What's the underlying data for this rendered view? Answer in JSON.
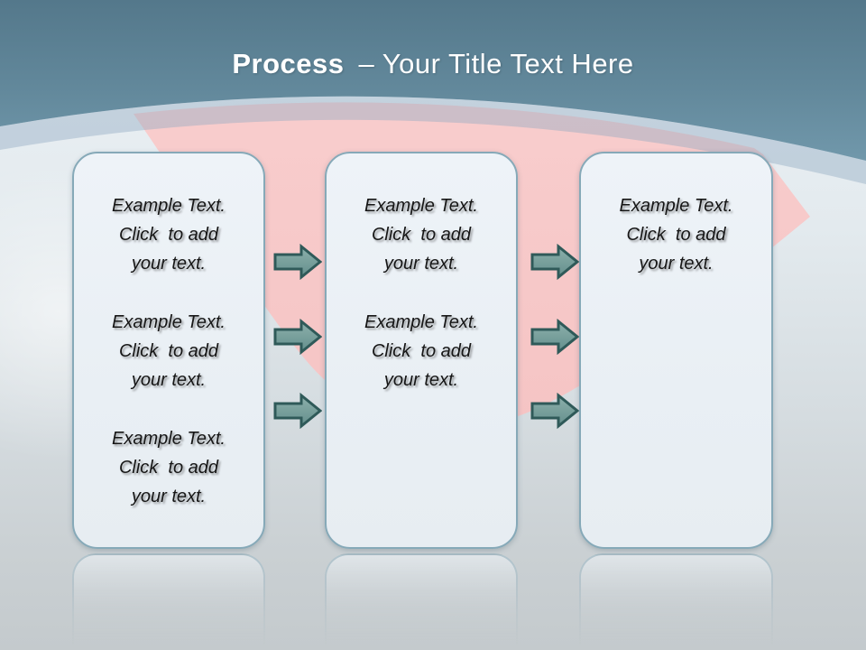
{
  "slide_title": {
    "emphasis": "Process",
    "separator_and_text": "– Your Title Text Here"
  },
  "process_boxes": [
    {
      "id": "box-1",
      "paragraphs": [
        "Example Text.\nClick  to add\nyour text.",
        "Example Text.\nClick  to add\nyour text.",
        "Example Text.\nClick  to add\nyour text."
      ]
    },
    {
      "id": "box-2",
      "paragraphs": [
        "Example Text.\nClick  to add\nyour text.",
        "Example Text.\nClick  to add\nyour text."
      ]
    },
    {
      "id": "box-3",
      "paragraphs": [
        "Example Text.\nClick  to add\nyour text."
      ]
    }
  ],
  "arrows": {
    "count": 6,
    "direction": "right",
    "columns": 2,
    "rows_per_column": 3
  },
  "colors": {
    "header_gradient_top": "#54788b",
    "header_gradient_bottom": "#7198ab",
    "background_light": "#edf2f6",
    "background_bottom": "#c4cacd",
    "accent_pink_arrow": "#f7c9c8",
    "curve_band": "#8fa9c0",
    "flow_arrow_fill": "#6f9a97",
    "flow_arrow_stroke": "#2f5a59",
    "box_fill": "#ebf1f6",
    "box_border": "#86a9b8",
    "title_text": "#ffffff",
    "body_text": "#161616"
  }
}
